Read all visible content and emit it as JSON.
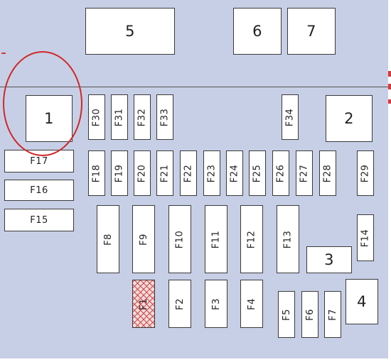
{
  "boxes": {
    "b5": "5",
    "b6": "6",
    "b7": "7",
    "b1": "1",
    "b2": "2",
    "b3": "3",
    "b4": "4",
    "f30": "F30",
    "f31": "F31",
    "f32": "F32",
    "f33": "F33",
    "f34": "F34",
    "f17": "F17",
    "f16": "F16",
    "f15": "F15",
    "f18": "F18",
    "f19": "F19",
    "f20": "F20",
    "f21": "F21",
    "f22": "F22",
    "f23": "F23",
    "f24": "F24",
    "f25": "F25",
    "f26": "F26",
    "f27": "F27",
    "f28": "F28",
    "f29": "F29",
    "f8": "F8",
    "f9": "F9",
    "f10": "F10",
    "f11": "F11",
    "f12": "F12",
    "f13": "F13",
    "f14": "F14",
    "f1": "F1",
    "f2": "F2",
    "f3": "F3",
    "f4": "F4",
    "f5": "F5",
    "f6": "F6",
    "f7": "F7"
  },
  "colors": {
    "background": "#c7cfe6",
    "fuse_fill": "#ffffff",
    "highlight": "#d02828",
    "hatch": "#c94a4a"
  }
}
